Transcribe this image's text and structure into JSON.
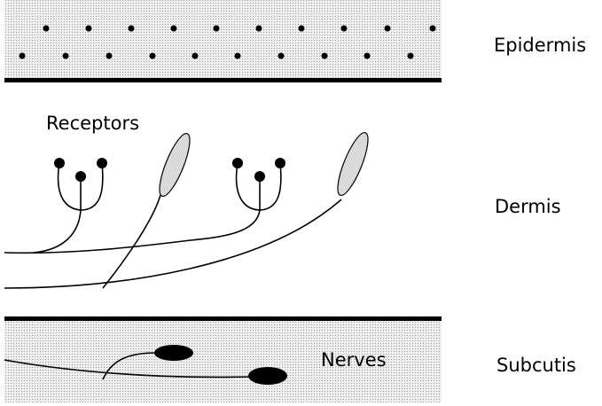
{
  "labels": {
    "epidermis": "Epidermis",
    "dermis": "Dermis",
    "subcutis": "Subcutis",
    "receptors": "Receptors",
    "nerves": "Nerves"
  },
  "colors": {
    "stipple_background": "#eeeeee",
    "stipple_dot": "#9a9a9a",
    "ink": "#000000",
    "receptor_fill": "#dcdcdc"
  }
}
